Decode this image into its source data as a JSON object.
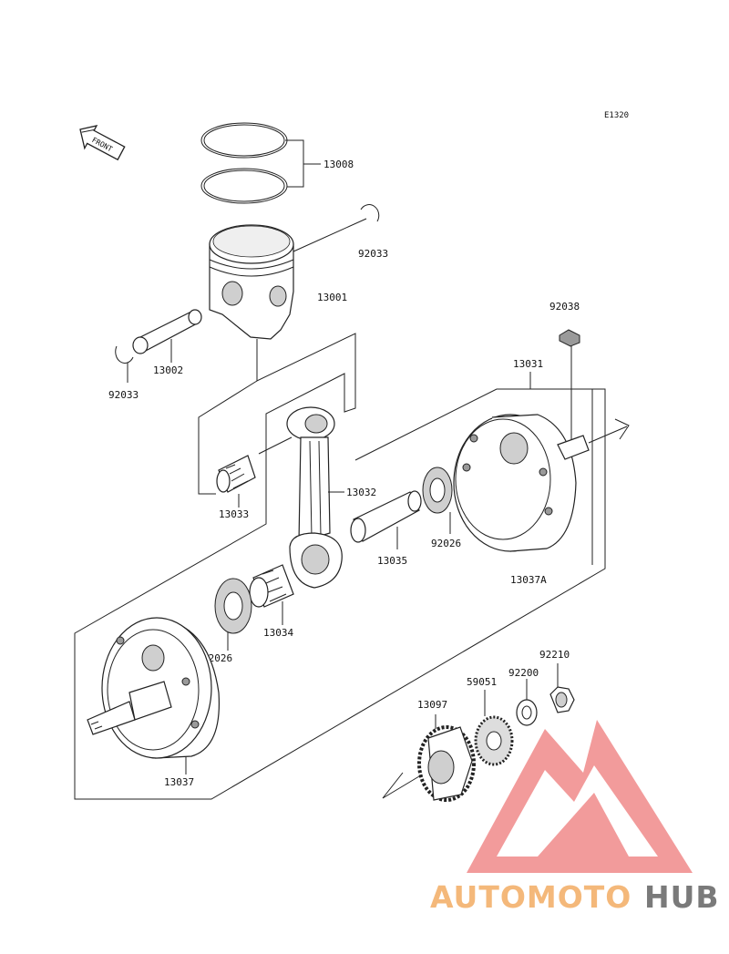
{
  "diagram_code": "E1320",
  "front_label": "FRONT",
  "parts": {
    "rings": "13008",
    "piston_clip_right": "92033",
    "piston": "13001",
    "piston_pin": "13002",
    "piston_clip_left": "92033",
    "key": "92038",
    "crankshaft_assy": "13031",
    "small_end_bearing": "13033",
    "con_rod": "13032",
    "crank_pin": "13035",
    "washer_right": "92026",
    "flywheel_right": "13037A",
    "big_end_bearing": "13034",
    "washer_left": "92026",
    "flywheel_left": "13037",
    "gear": "13097",
    "drive_gear": "59051",
    "gear_washer": "92200",
    "nut": "92210"
  },
  "watermark": {
    "text_part1": "AUTOMOTO",
    "text_part2": "HUB",
    "color_part1": "#f4b87a",
    "color_part2": "#7a7a7a",
    "logo_color": "#f08a8a"
  }
}
